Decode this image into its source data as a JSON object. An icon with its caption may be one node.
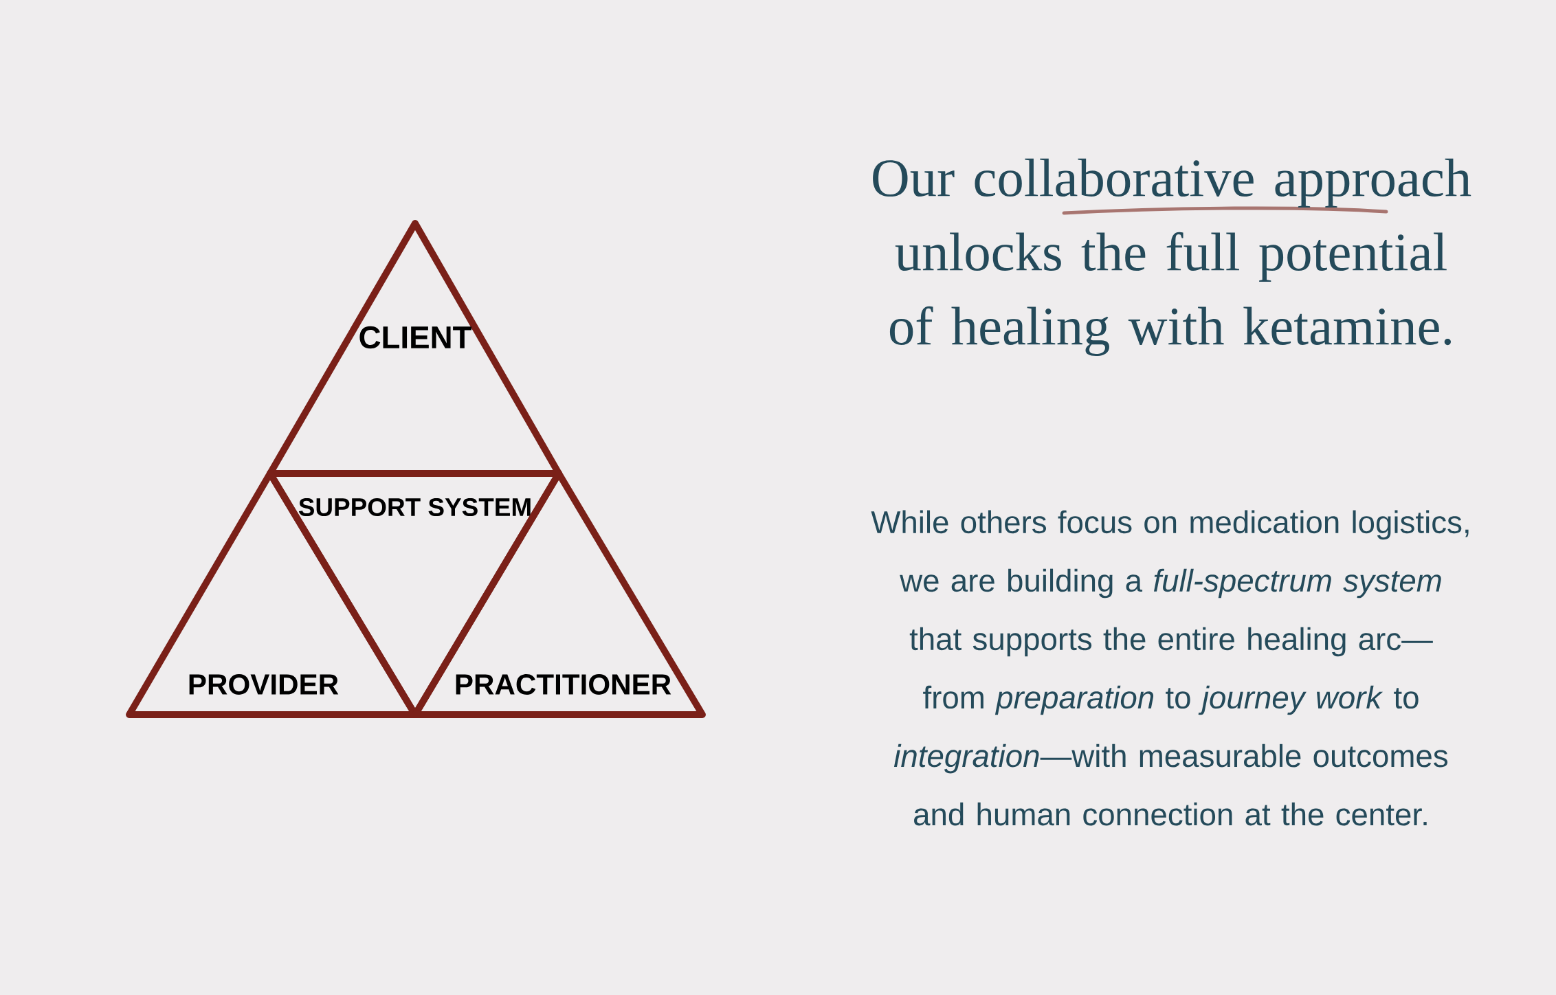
{
  "diagram": {
    "title": "Our collaborative approach unlocks the full potential of healing with ketamine.",
    "nodes": [
      {
        "text": [
          "CLIENT"
        ]
      },
      {
        "text": [
          "SUPPORT SYSTEM"
        ]
      },
      {
        "text": [
          "PROVIDER"
        ]
      },
      {
        "text": [
          "PRACTITIONER"
        ]
      }
    ],
    "labels": [
      "While others focus on medication logistics, we are building a *full-spectrum system* that supports the entire healing arc—from *preparation* to *journey work* to *integration*—with measurable outcomes and human connection at the center."
    ]
  }
}
